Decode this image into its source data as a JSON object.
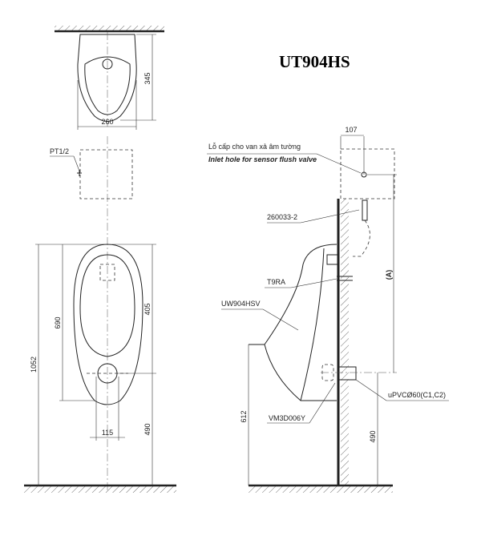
{
  "title": "UT904HS",
  "top_view": {
    "dim_depth": "345",
    "dim_width": "260"
  },
  "front_view": {
    "inlet_label": "PT1/2",
    "dim_total_height": "1052",
    "dim_bowl_height": "690",
    "dim_upper": "405",
    "dim_outlet_height": "490",
    "dim_outlet_width": "115"
  },
  "side_view": {
    "dim_offset": "107",
    "inlet_label_vi": "Lỗ cấp cho van xả âm tường",
    "inlet_label_en": "Inlet hole for sensor flush valve",
    "part_pipe": "260033-2",
    "part_spud": "T9RA",
    "part_urinal": "UW904HSV",
    "part_trap": "VM3D006Y",
    "part_drain": "uPVCØ60(C1,C2)",
    "dim_a": "(A)",
    "dim_rim_height": "612",
    "dim_outlet_height": "490"
  }
}
